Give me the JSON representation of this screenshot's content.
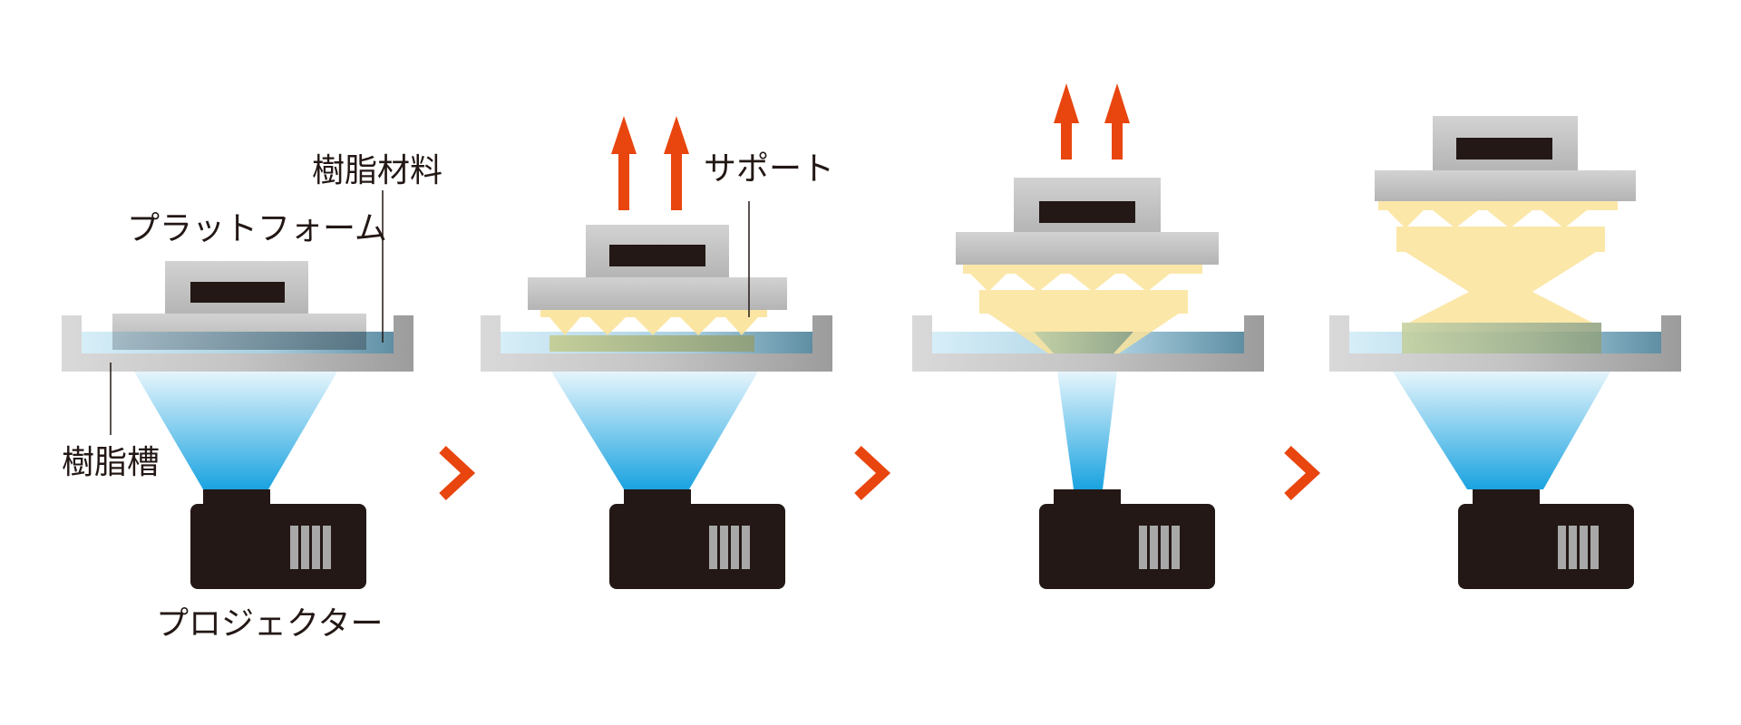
{
  "labels": {
    "resin_material": "樹脂材料",
    "platform": "プラットフォーム",
    "resin_tank": "樹脂槽",
    "projector": "プロジェクター",
    "support": "サポート"
  },
  "colors": {
    "arrow": "#e8450f",
    "chevron": "#e8450f",
    "projector_body": "#231815",
    "resin_liquid": "#b8dcec",
    "resin_dark": "#4f7c91",
    "light_beam": "#1aa3e0",
    "cured_part": "#fbe39a",
    "tank_gray": "#c9c9c9",
    "vent_gray": "#a8a8a8"
  },
  "icons": {
    "lift_arrow": "up-arrow-icon",
    "step_separator": "chevron-right-icon"
  },
  "steps": [
    {
      "step": 1,
      "arrows": 0,
      "support": false
    },
    {
      "step": 2,
      "arrows": 2,
      "support": true
    },
    {
      "step": 3,
      "arrows": 2,
      "support": true
    },
    {
      "step": 4,
      "arrows": 0,
      "support": true
    }
  ]
}
